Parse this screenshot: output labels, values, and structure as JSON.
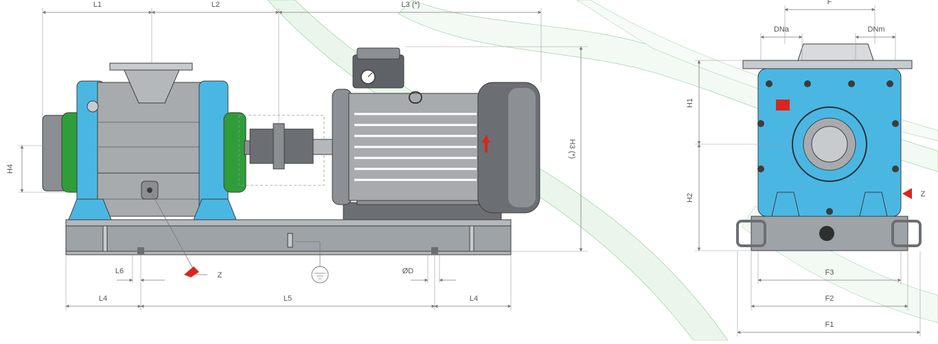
{
  "colors": {
    "pump_body": "#4ab7e3",
    "seal_cover": "#2f9d3a",
    "steel": "#8b8e92",
    "steel_light": "#b5b8bb",
    "base": "#9ea3a7",
    "motor": "#8c9095",
    "motor_dark": "#6b6f73",
    "accent_red": "#d9261c",
    "swoosh": "#2fa043"
  },
  "icons": {
    "ground": "ground-symbol-icon",
    "arrow_z": "red-arrow-icon",
    "gauge": "gauge-icon"
  },
  "side_view": {
    "dimensions": {
      "L1": "L1",
      "L2": "L2",
      "L3": "L3 (*)",
      "L4_left": "L4",
      "L4_right": "L4",
      "L5": "L5",
      "L6": "L6",
      "OD": "ØD",
      "H3": "H3 (*)",
      "H4": "H4",
      "Z": "Z"
    }
  },
  "end_view": {
    "dimensions": {
      "F": "F",
      "DNa": "DNa",
      "DNm": "DNm",
      "H1": "H1",
      "H2": "H2",
      "F1": "F1",
      "F2": "F2",
      "F3": "F3",
      "Z": "Z"
    }
  }
}
